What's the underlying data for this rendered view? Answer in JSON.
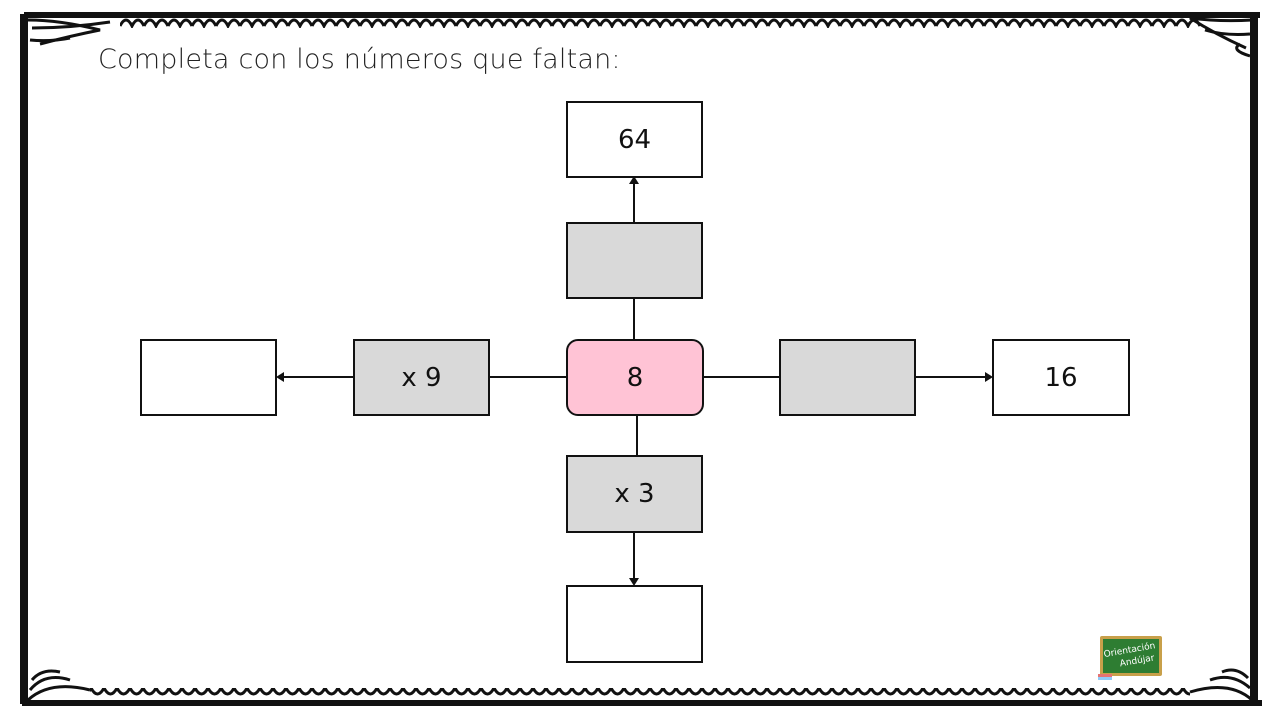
{
  "title": "Completa con los números que faltan:",
  "diagram": {
    "center": {
      "value": "8",
      "color": "#ffc3d5"
    },
    "up": {
      "operation": "",
      "result": "64"
    },
    "right": {
      "operation": "",
      "result": "16"
    },
    "down": {
      "operation": "x 3",
      "result": ""
    },
    "left": {
      "operation": "x 9",
      "result": ""
    },
    "operation_box_color": "#d9d9d9"
  },
  "logo": {
    "line1": "Orientación",
    "line2": "Andújar",
    "board_color": "#2e7d32"
  }
}
